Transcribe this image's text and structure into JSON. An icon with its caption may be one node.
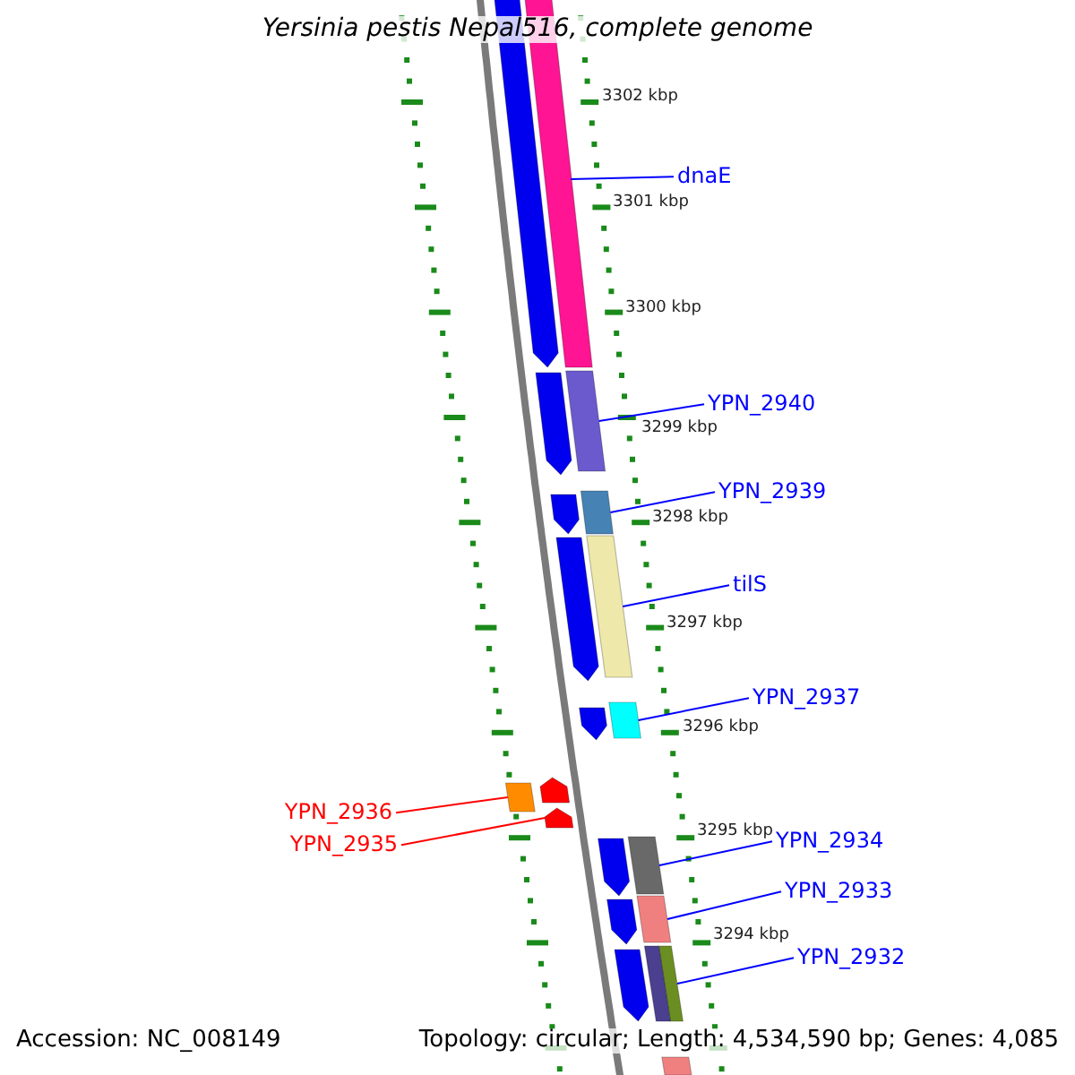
{
  "diagram": {
    "title": "Yersinia pestis Nepal516, complete genome",
    "nodes": [
      {
        "text": [
          "dnaE"
        ]
      },
      {
        "text": [],
        "shape": "bar"
      },
      {
        "text": [
          "YPN_2940"
        ]
      },
      {
        "text": [],
        "shape": "bar"
      },
      {
        "text": [
          "YPN_2939"
        ]
      },
      {
        "text": [],
        "shape": "bar"
      },
      {
        "text": [
          "tilS"
        ]
      },
      {
        "text": [],
        "shape": "bar"
      },
      {
        "text": [
          "YPN_2937"
        ]
      },
      {
        "text": [],
        "shape": "bar"
      },
      {
        "text": [
          "YPN_2936"
        ]
      },
      {
        "text": [],
        "shape": "bar"
      },
      {
        "text": [
          "YPN_2935"
        ]
      },
      {
        "text": [],
        "shape": "arrow"
      },
      {
        "text": [
          "YPN_2934"
        ]
      },
      {
        "text": [],
        "shape": "bar"
      },
      {
        "text": [
          "YPN_2933"
        ]
      },
      {
        "text": [],
        "shape": "bar"
      },
      {
        "text": [
          "YPN_2932"
        ]
      },
      {
        "text": [],
        "shape": "bar"
      },
      {
        "text": [],
        "shape": "arrow"
      },
      {
        "text": [],
        "shape": "arrow"
      },
      {
        "text": [],
        "shape": "arrow"
      },
      {
        "text": [],
        "shape": "arrow"
      },
      {
        "text": [],
        "shape": "arrow"
      },
      {
        "text": [],
        "shape": "arrow"
      },
      {
        "text": [],
        "shape": "arrow"
      },
      {
        "text": [],
        "shape": "arrow"
      },
      {
        "text": [],
        "shape": "bar"
      },
      {
        "text": [],
        "shape": "arrow"
      },
      {
        "text": [],
        "shape": "bar"
      }
    ],
    "edges": [
      {
        "from": 0,
        "to": 1,
        "arrow": "none"
      },
      {
        "from": 2,
        "to": 3,
        "arrow": "none"
      },
      {
        "from": 4,
        "to": 5,
        "arrow": "none"
      },
      {
        "from": 6,
        "to": 7,
        "arrow": "none"
      },
      {
        "from": 8,
        "to": 9,
        "arrow": "none"
      },
      {
        "from": 10,
        "to": 11,
        "arrow": "none",
        "color": "#ff0000"
      },
      {
        "from": 12,
        "to": 13,
        "arrow": "none",
        "color": "#ff0000"
      },
      {
        "from": 14,
        "to": 15,
        "arrow": "none"
      },
      {
        "from": 16,
        "to": 17,
        "arrow": "none"
      },
      {
        "from": 18,
        "to": 19,
        "arrow": "none"
      }
    ],
    "labels": [
      "3302 kbp",
      "3301 kbp",
      "3300 kbp",
      "3299 kbp",
      "3298 kbp",
      "3297 kbp",
      "3296 kbp",
      "3295 kbp",
      "3294 kbp",
      "Accession: NC_008149",
      "Topology: circular; Length: 4,534,590 bp; Genes: 4,085"
    ]
  }
}
